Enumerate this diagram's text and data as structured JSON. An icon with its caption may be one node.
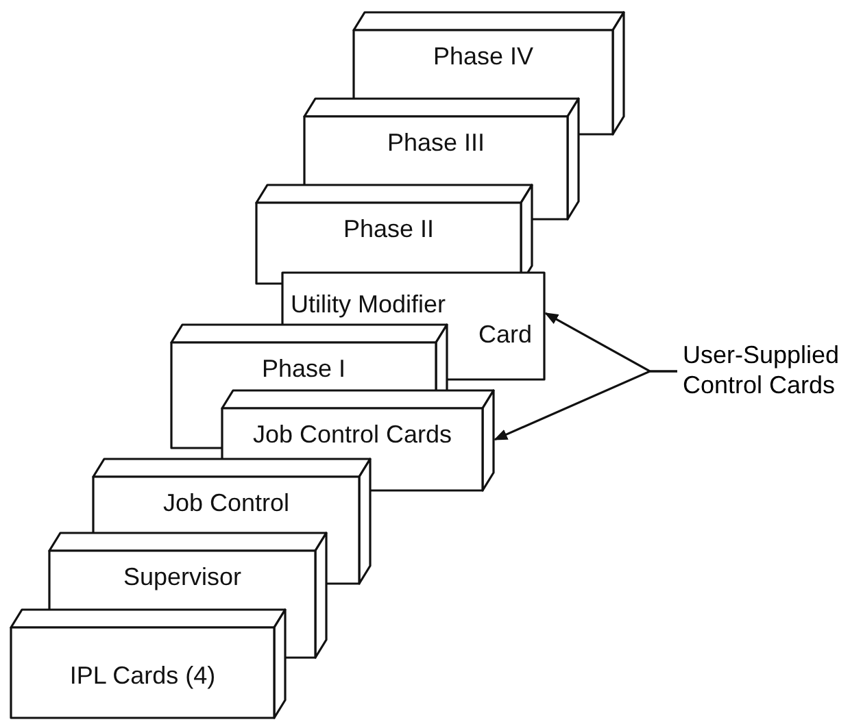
{
  "diagram": {
    "nodes": [
      {
        "text": [
          "Phase IV"
        ]
      },
      {
        "text": [
          "Phase III"
        ]
      },
      {
        "text": [
          "Phase II"
        ]
      },
      {
        "text": [
          "Utility Modifier Card"
        ]
      },
      {
        "text": [
          "Phase I"
        ]
      },
      {
        "text": [
          "Job Control Cards"
        ]
      },
      {
        "text": [
          "Job Control"
        ]
      },
      {
        "text": [
          "Supervisor"
        ]
      },
      {
        "text": [
          "IPL Cards (4)"
        ]
      },
      {
        "text": [
          "User-Supplied Control Cards"
        ]
      }
    ],
    "edges": [
      {
        "from": 9,
        "to": 3,
        "arrow": "to"
      },
      {
        "from": 9,
        "to": 5,
        "arrow": "to"
      }
    ]
  }
}
